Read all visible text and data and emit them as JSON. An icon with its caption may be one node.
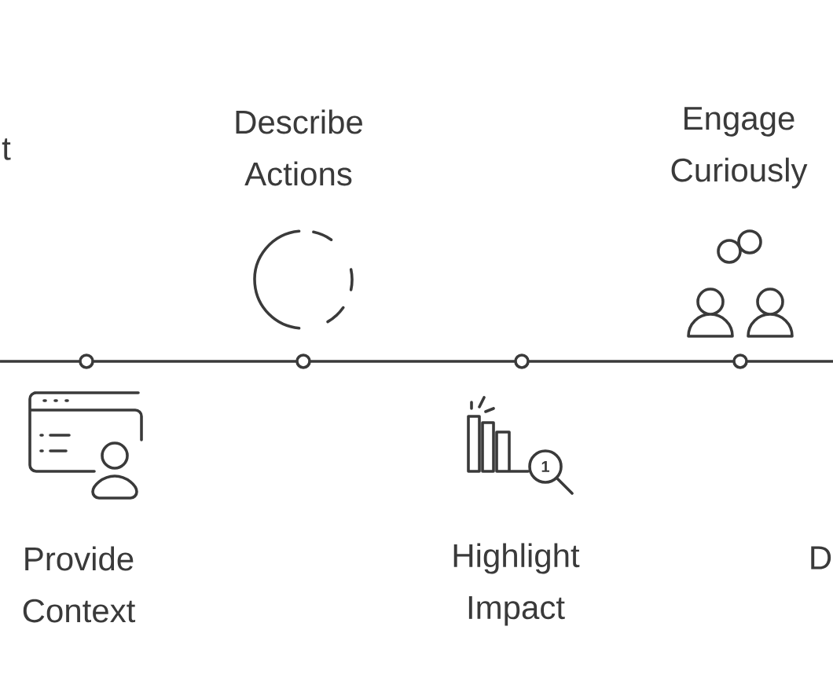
{
  "diagram": {
    "labels": [
      "t",
      "Describe Actions",
      "Engage Curiously",
      "Provide Context",
      "1",
      "Highlight Impact",
      "D"
    ]
  }
}
